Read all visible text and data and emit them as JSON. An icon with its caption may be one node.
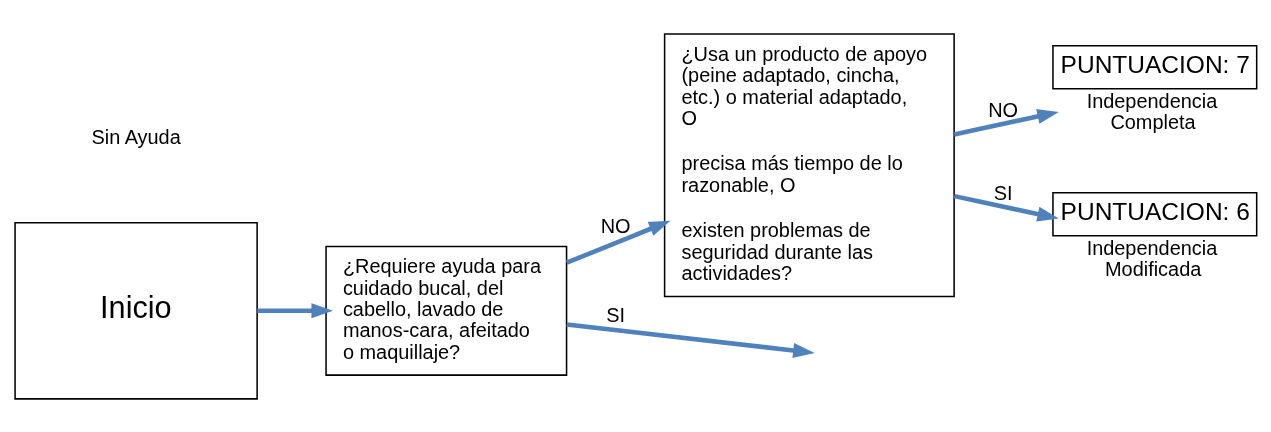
{
  "diagram": {
    "nodes": [
      {
        "text": [
          "Inicio"
        ]
      },
      {
        "text": [
          "¿Requiere ayuda para cuidado bucal, del cabello, lavado de manos-cara, afeitado o maquillaje?"
        ]
      },
      {
        "text": [
          "¿Usa un producto de apoyo (peine adaptado, cincha, etc.) o material adaptado, O",
          "precisa más tiempo de lo razonable, O",
          "existen problemas de seguridad durante las actividades?"
        ]
      },
      {
        "text": [
          "PUNTUACION: 7"
        ],
        "beside": [
          "Independencia Completa"
        ]
      },
      {
        "text": [
          "PUNTUACION: 6"
        ],
        "beside": [
          "Independencia Modificada"
        ]
      }
    ],
    "edges": [
      {
        "from": 0,
        "to": 1,
        "arrow": "to"
      },
      {
        "from": 1,
        "to": 2,
        "arrow": "to",
        "label": "NO"
      },
      {
        "from": 1,
        "to": null,
        "arrow": "to",
        "label": "SI"
      },
      {
        "from": 2,
        "to": 3,
        "arrow": "to",
        "label": "NO"
      },
      {
        "from": 2,
        "to": 4,
        "arrow": "to",
        "label": "SI"
      }
    ],
    "labels": [
      "Sin Ayuda"
    ]
  }
}
